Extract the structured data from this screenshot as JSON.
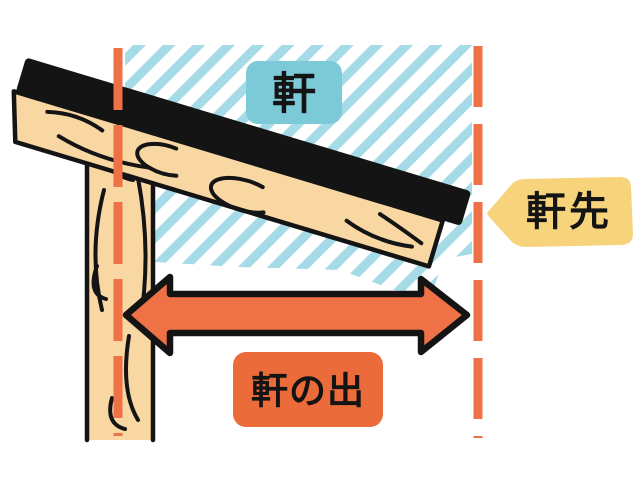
{
  "diagram": {
    "description": "roof-eaves-terminology-diagram",
    "labels": {
      "noki": {
        "text": "軒"
      },
      "nokisaki": {
        "text": "軒先"
      },
      "nokinode": {
        "text": "軒の出"
      }
    },
    "colors": {
      "background": "#ffffff",
      "hatch_stripe": "#a5dbe7",
      "noki_label_bg": "#7ccad8",
      "nokisaki_label_bg": "#f7d47c",
      "nokinode_label_bg": "#ec6b3a",
      "arrow_fill": "#ee7245",
      "dash_line": "#ee7245",
      "wood_fill": "#f8d7a3",
      "roof_cover": "#141414",
      "outline": "#141414",
      "label_text": "#141414"
    }
  }
}
